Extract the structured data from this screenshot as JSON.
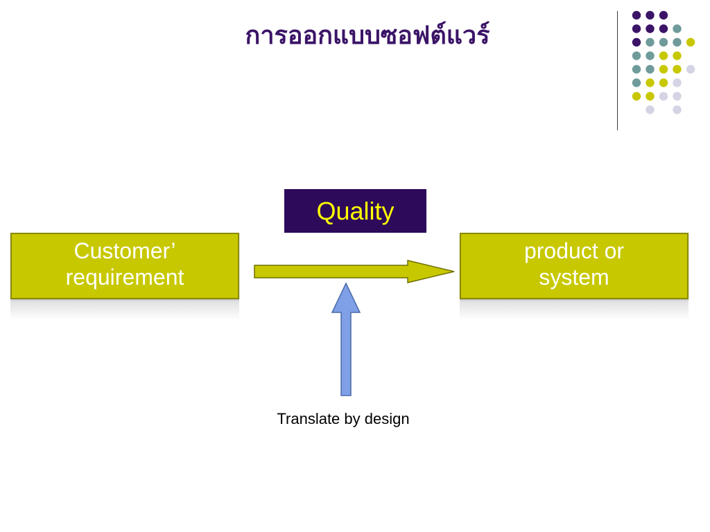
{
  "slide": {
    "title": "การออกแบบซอฟต์แวร์",
    "quality_label": "Quality",
    "left_box": {
      "line1": "Customer’",
      "line2": "requirement"
    },
    "right_box": {
      "line1": "product  or",
      "line2": "system"
    },
    "caption": "Translate by design"
  },
  "decoration": {
    "dot_grid": [
      [
        "purple",
        "purple",
        "purple",
        "",
        "",
        "",
        ""
      ],
      [
        "purple",
        "purple",
        "purple",
        "teal",
        "",
        "",
        ""
      ],
      [
        "purple",
        "teal",
        "teal",
        "teal",
        "yellow",
        "",
        ""
      ],
      [
        "teal",
        "teal",
        "yellow",
        "yellow",
        "",
        "",
        ""
      ],
      [
        "teal",
        "teal",
        "yellow",
        "yellow",
        "lavender",
        "",
        ""
      ],
      [
        "teal",
        "yellow",
        "yellow",
        "lavender",
        "",
        "",
        ""
      ],
      [
        "yellow",
        "yellow",
        "lavender",
        "lavender",
        "",
        "",
        ""
      ],
      [
        "",
        "lavender",
        "",
        "lavender",
        "",
        "",
        ""
      ]
    ],
    "colors": {
      "purple": "#3b1467",
      "teal": "#6f9b9a",
      "yellow": "#c8c800",
      "lavender": "#d4d4e4",
      "quality_bg": "#2d0a5a",
      "quality_text": "#ffff00",
      "box_fill": "#c8c800",
      "up_arrow": "#7f9fe6"
    }
  }
}
